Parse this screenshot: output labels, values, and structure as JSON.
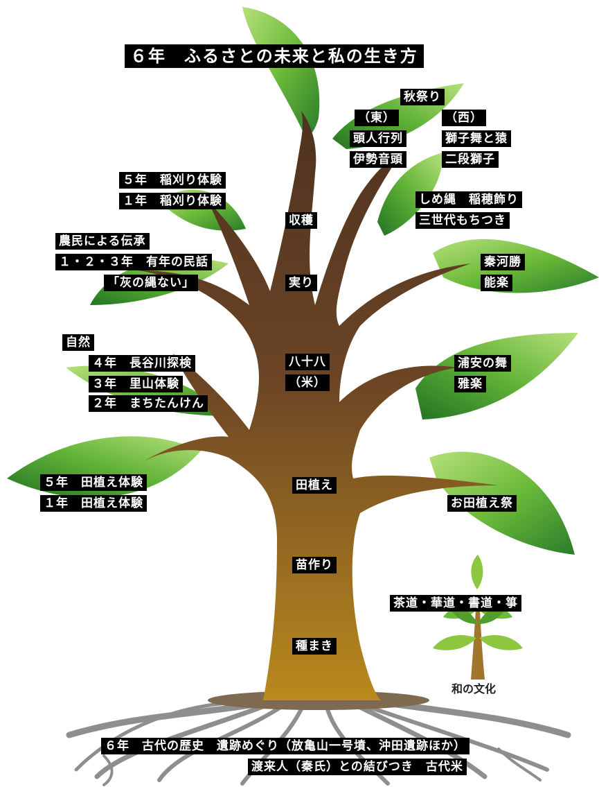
{
  "title": "６年　ふるさとの未来と私の生き方",
  "trunk": {
    "harvest": "収穫",
    "fruit": "実り",
    "hachijuhachi": "八十八",
    "kome": "（米）",
    "taue": "田植え",
    "naesaku": "苗作り",
    "tanemaki": "種まき"
  },
  "left_branches": {
    "inekari": [
      "５年　稲刈り体験",
      "１年　稲刈り体験"
    ],
    "folk": [
      "農民による伝承",
      "１・２・３年　有年の民話",
      "「灰の縄ない」"
    ],
    "nature_title": "自然",
    "nature": [
      "４年　長谷川探検",
      "３年　里山体験",
      "２年　まちたんけん"
    ],
    "taue_exp": [
      "５年　田植え体験",
      "１年　田植え体験"
    ]
  },
  "right_branches": {
    "aki_title": "秋祭り",
    "east_head": "（東）",
    "west_head": "（西）",
    "east": [
      "頭人行列",
      "伊勢音頭"
    ],
    "west": [
      "獅子舞と猿",
      "二段獅子"
    ],
    "shime": [
      "しめ縄　稲穂飾り",
      "三世代もちつき"
    ],
    "hata": [
      "秦河勝",
      "能楽"
    ],
    "urayasu": [
      "浦安の舞",
      "雅楽"
    ],
    "otaue": "お田植え祭"
  },
  "small_tree": {
    "arts": "茶道・華道・書道・箏",
    "caption": "和の文化"
  },
  "roots": [
    "６年　古代の歴史　遺跡めぐり（放亀山一号墳、沖田遺跡ほか）",
    "渡来人（秦氏）との結びつき　古代米"
  ],
  "colors": {
    "leaf_light": "#8dc63f",
    "leaf_dark": "#2e8b2e",
    "trunk_top": "#5a3a22",
    "trunk_bottom": "#b8861c",
    "root": "#8a8a8a"
  }
}
